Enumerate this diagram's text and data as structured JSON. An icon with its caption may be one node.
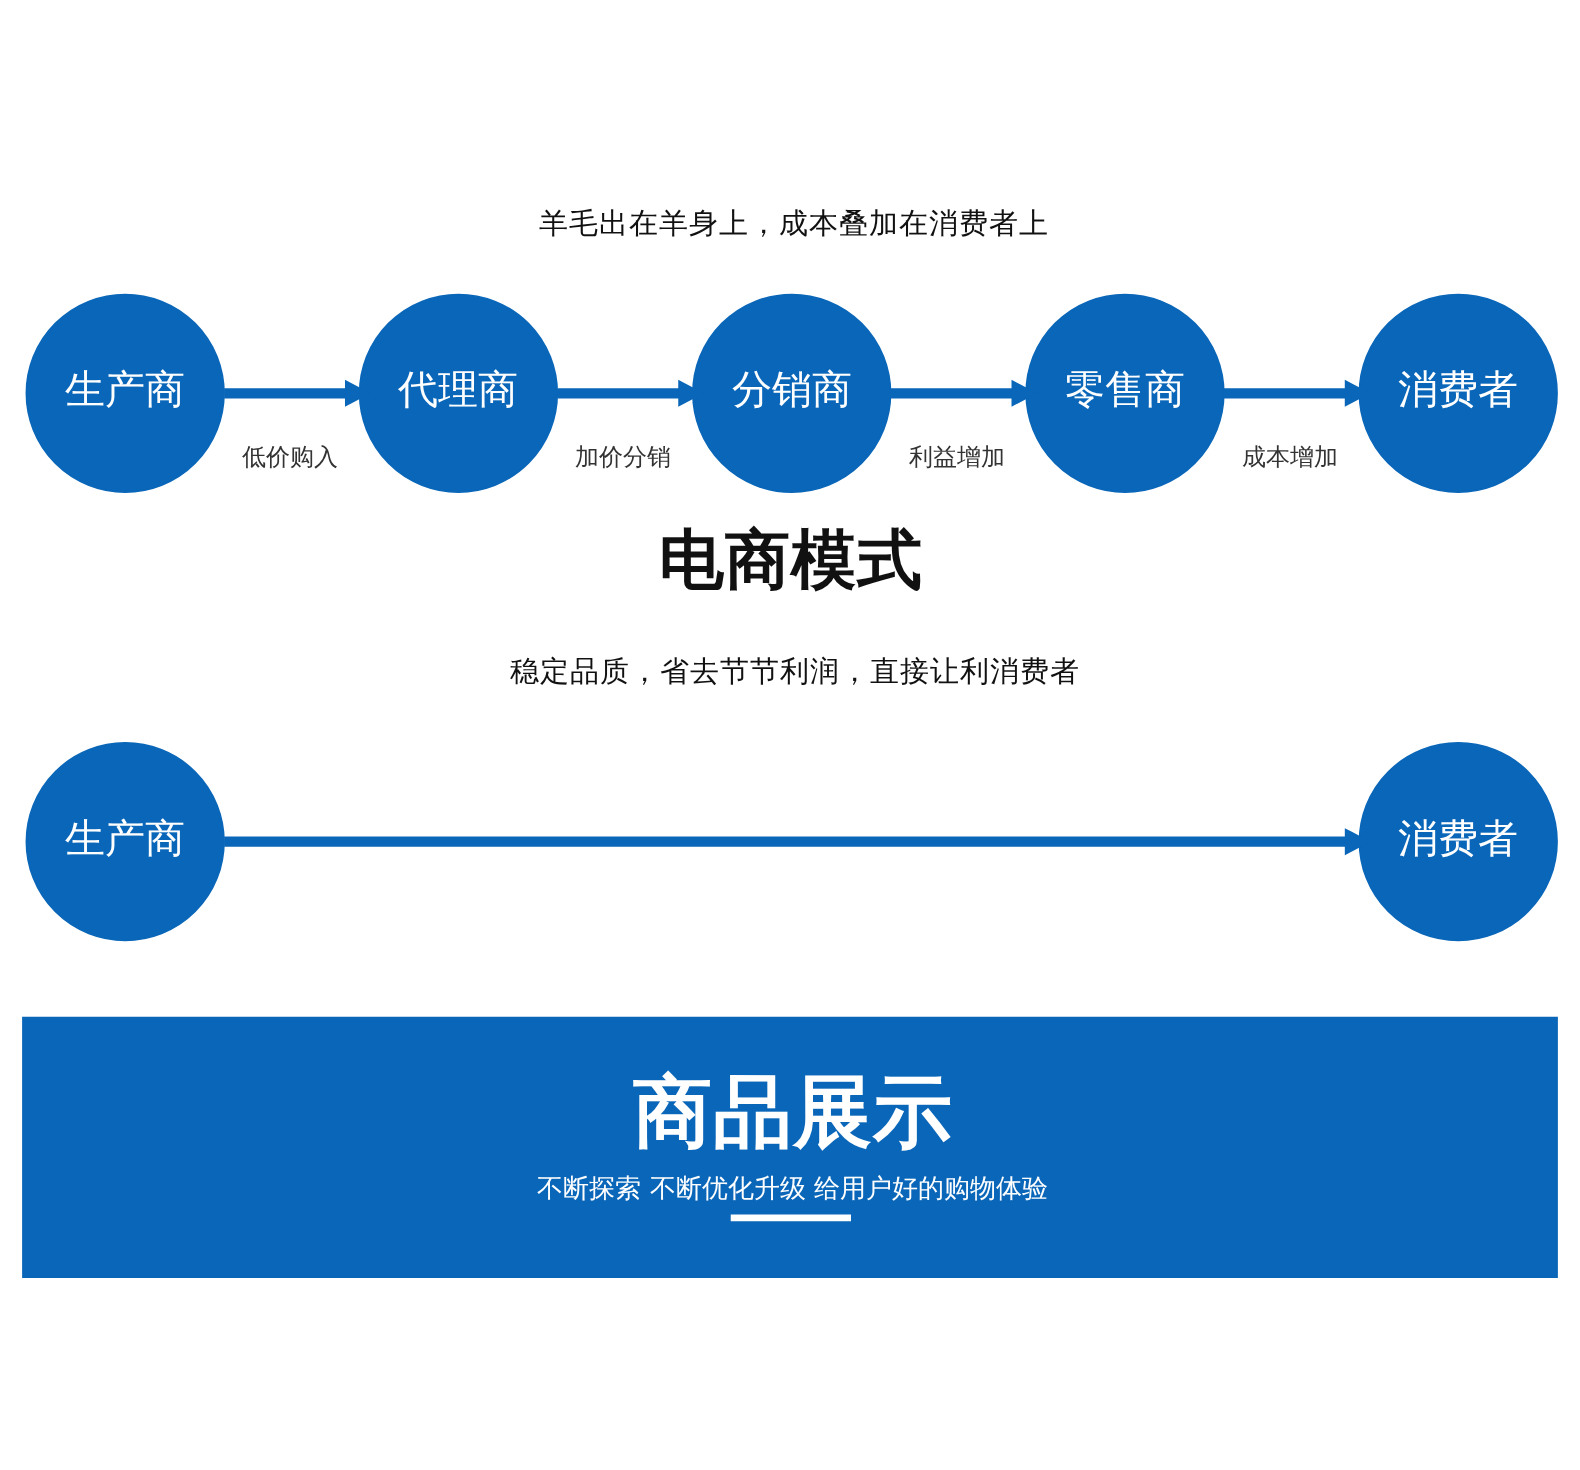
{
  "diagram": {
    "nodes": [
      {
        "text": [
          "生产商"
        ]
      },
      {
        "text": [
          "代理商"
        ]
      },
      {
        "text": [
          "分销商"
        ]
      },
      {
        "text": [
          "零售商"
        ]
      },
      {
        "text": [
          "消费者"
        ]
      },
      {
        "text": [
          "生产商"
        ]
      },
      {
        "text": [
          "消费者"
        ]
      },
      {
        "text": [
          "商品展示",
          "不断探索 不断优化升级 给用户好的购物体验"
        ]
      }
    ],
    "edges": [
      {
        "from": 0,
        "to": 1,
        "arrow": "to",
        "label": "低价购入"
      },
      {
        "from": 1,
        "to": 2,
        "arrow": "to",
        "label": "加价分销"
      },
      {
        "from": 2,
        "to": 3,
        "arrow": "to",
        "label": "利益增加"
      },
      {
        "from": 3,
        "to": 4,
        "arrow": "to",
        "label": "成本增加"
      },
      {
        "from": 5,
        "to": 6,
        "arrow": "to"
      }
    ],
    "labels": [
      "羊毛出在羊身上，成本叠加在消费者上",
      "电商模式",
      "稳定品质，省去节节利润，直接让利消费者"
    ]
  }
}
